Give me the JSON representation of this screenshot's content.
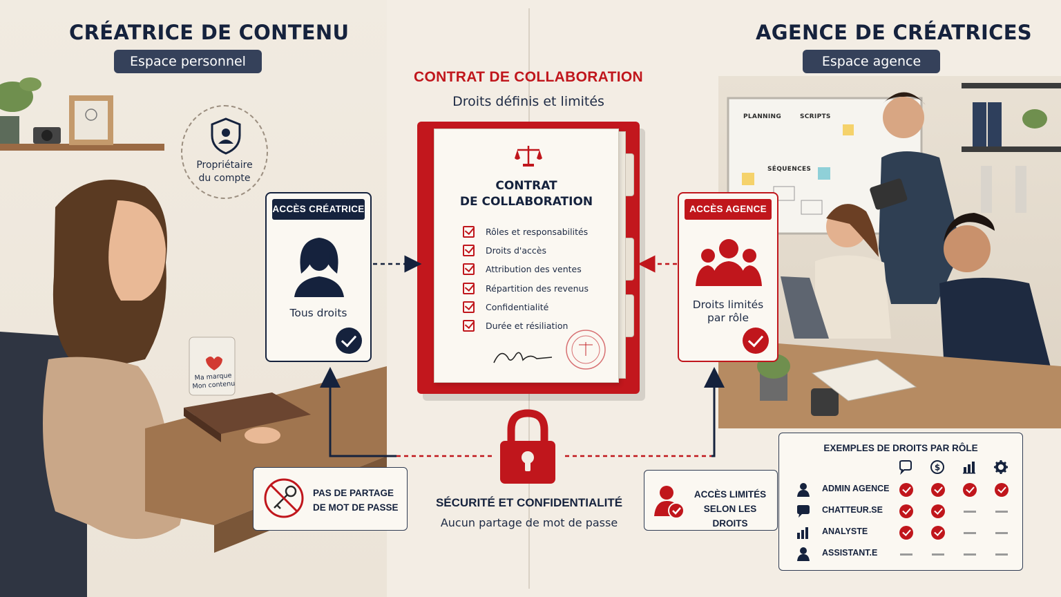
{
  "left": {
    "title": "CRÉATRICE DE CONTENU",
    "pill": "Espace personnel",
    "owner_badge": {
      "line1": "Propriétaire",
      "line2": "du compte"
    },
    "mug": {
      "line1": "Ma marque",
      "line2": "Mon contenu"
    },
    "access_card": {
      "header": "ACCÈS CRÉATRICE",
      "text": "Tous droits"
    },
    "no_password": {
      "line1": "PAS DE PARTAGE",
      "line2": "DE MOT DE PASSE"
    }
  },
  "right": {
    "title": "AGENCE DE CRÉATRICES",
    "pill": "Espace agence",
    "board": {
      "planning": "PLANNING",
      "scripts": "SCRIPTS",
      "sequences": "SÉQUENCES"
    },
    "access_card": {
      "header": "ACCÈS AGENCE",
      "line1": "Droits limités",
      "line2": "par rôle"
    },
    "limited_access": {
      "line1": "ACCÈS LIMITÉS",
      "line2": "SELON LES DROITS"
    }
  },
  "contract": {
    "title": "CONTRAT  DE  COLLABORATION",
    "subtitle": "Droits définis et limités",
    "doc_title_line1": "CONTRAT",
    "doc_title_line2": "DE COLLABORATION",
    "items": [
      "Rôles et responsabilités",
      "Droits d'accès",
      "Attribution des ventes",
      "Répartition des revenus",
      "Confidentialité",
      "Durée et résiliation"
    ]
  },
  "security": {
    "title": "SÉCURITÉ ET CONFIDENTIALITÉ",
    "subtitle": "Aucun partage de mot de passe"
  },
  "roles_table": {
    "title": "EXEMPLES DE DROITS PAR RÔLE",
    "column_icons": [
      "chat-icon",
      "dollar-icon",
      "bar-chart-icon",
      "gear-icon"
    ],
    "rows": [
      {
        "role": "ADMIN AGENCE",
        "icon": "person-icon",
        "rights": [
          true,
          true,
          true,
          true
        ]
      },
      {
        "role": "CHATTEUR.SE",
        "icon": "chat-icon",
        "rights": [
          true,
          true,
          false,
          false
        ]
      },
      {
        "role": "ANALYSTE",
        "icon": "bar-chart-icon",
        "rights": [
          true,
          true,
          false,
          false
        ]
      },
      {
        "role": "ASSISTANT.E",
        "icon": "person-icon",
        "rights": [
          false,
          false,
          false,
          false
        ]
      }
    ]
  },
  "colors": {
    "navy": "#15223d",
    "red": "#c0161c",
    "background": "#f3ede4",
    "pill": "#35415a"
  }
}
